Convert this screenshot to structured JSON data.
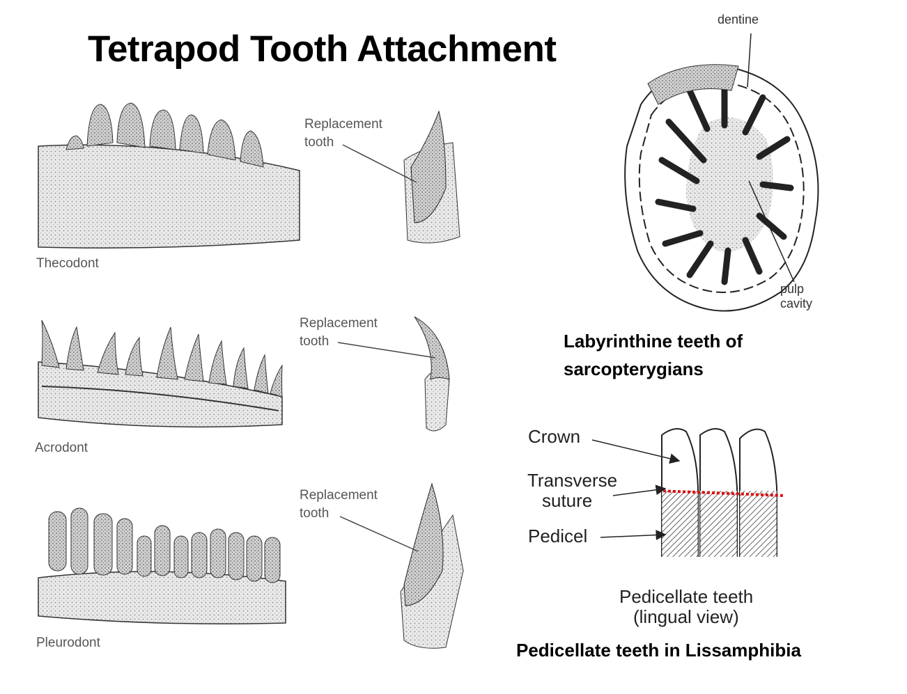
{
  "title": "Tetrapod Tooth Attachment",
  "rows": [
    {
      "name": "Thecodont",
      "replacement": "Replacement tooth"
    },
    {
      "name": "Acrodont",
      "replacement": "Replacement tooth"
    },
    {
      "name": "Pleurodont",
      "replacement": "Replacement tooth"
    }
  ],
  "labyrinth": {
    "label_dentine": "dentine",
    "label_pulp_1": "pulp",
    "label_pulp_2": "cavity",
    "caption_line1": "Labyrinthine teeth of",
    "caption_line2": "sarcopterygians"
  },
  "pedicellate": {
    "crown": "Crown",
    "transverse_1": "Transverse",
    "transverse_2": "suture",
    "pedicel": "Pedicel",
    "fig_caption_1": "Pedicellate teeth",
    "fig_caption_2": "(lingual view)",
    "caption": "Pedicellate teeth in Lissamphibia"
  }
}
